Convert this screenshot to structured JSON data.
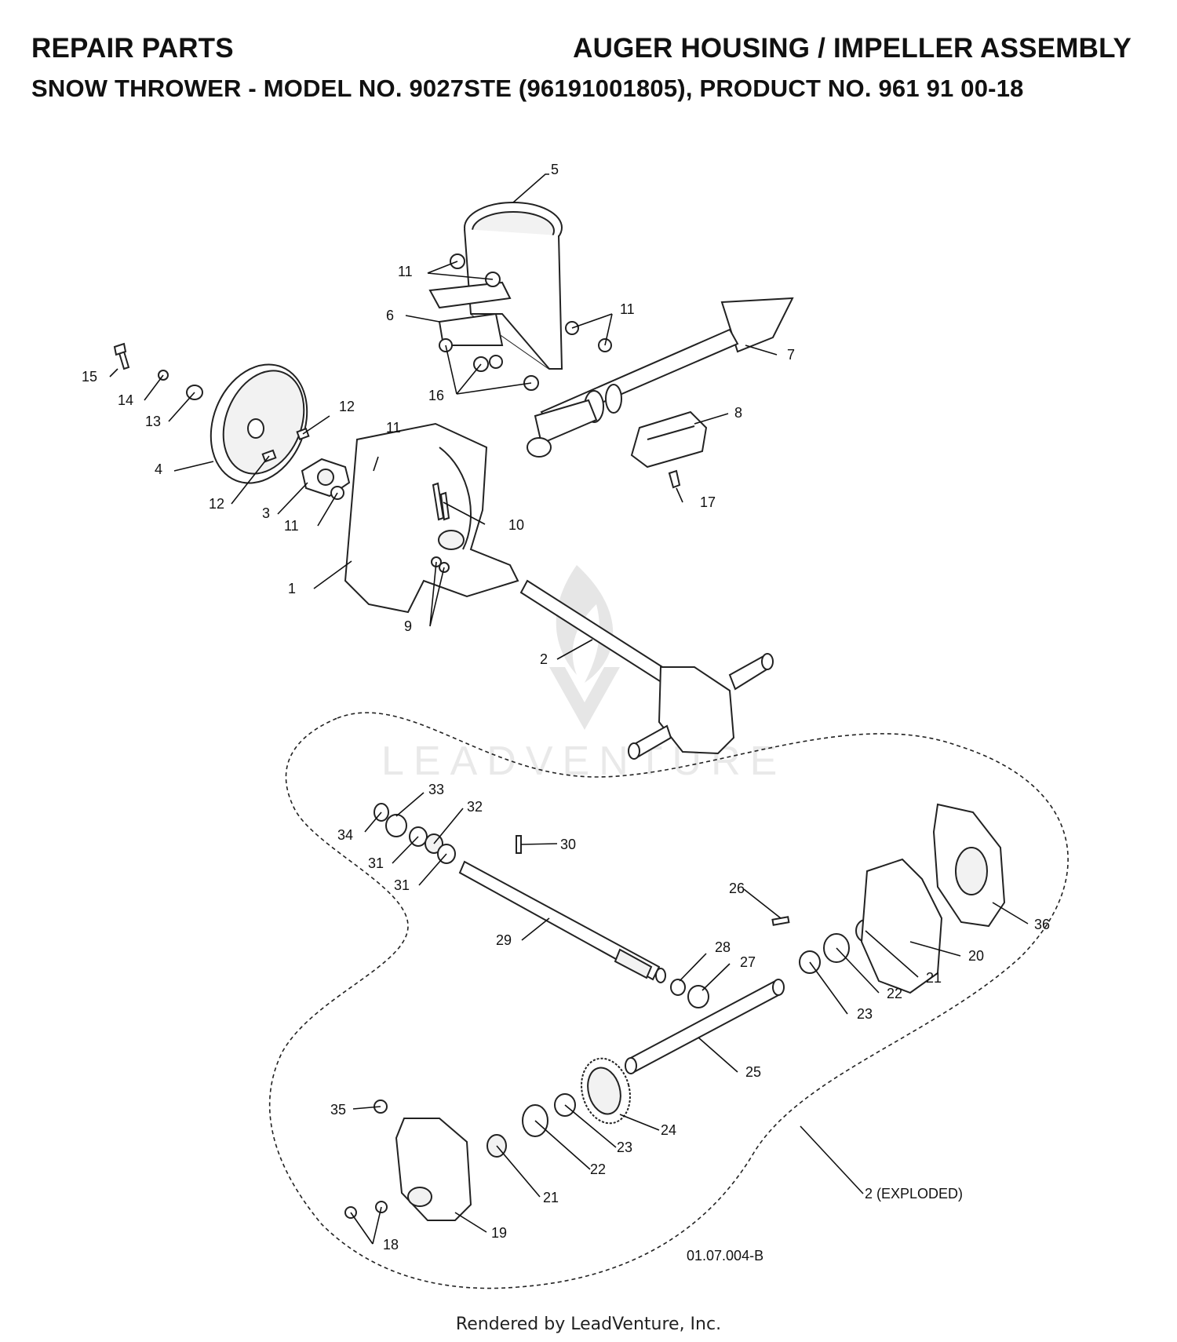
{
  "header": {
    "left": "REPAIR PARTS",
    "right": "AUGER HOUSING / IMPELLER ASSEMBLY",
    "subtitle": "SNOW THROWER - MODEL NO. 9027STE (96191001805), PRODUCT NO. 961 91 00-18"
  },
  "callouts": {
    "c1": "1",
    "c2": "2",
    "c3": "3",
    "c4": "4",
    "c5": "5",
    "c6": "6",
    "c7": "7",
    "c8": "8",
    "c9": "9",
    "c10": "10",
    "c11": "11",
    "c12": "12",
    "c13": "13",
    "c14": "14",
    "c15": "15",
    "c16": "16",
    "c17": "17",
    "c18": "18",
    "c19": "19",
    "c20": "20",
    "c21": "21",
    "c22": "22",
    "c23": "23",
    "c24": "24",
    "c25": "25",
    "c26": "26",
    "c27": "27",
    "c28": "28",
    "c29": "29",
    "c30": "30",
    "c31": "31",
    "c32": "32",
    "c33": "33",
    "c34": "34",
    "c35": "35",
    "c36": "36",
    "exploded": "2 (EXPLODED)"
  },
  "drawing_number": "01.07.004-B",
  "watermark": "LEADVENTURE",
  "footer": "Rendered by LeadVenture, Inc."
}
